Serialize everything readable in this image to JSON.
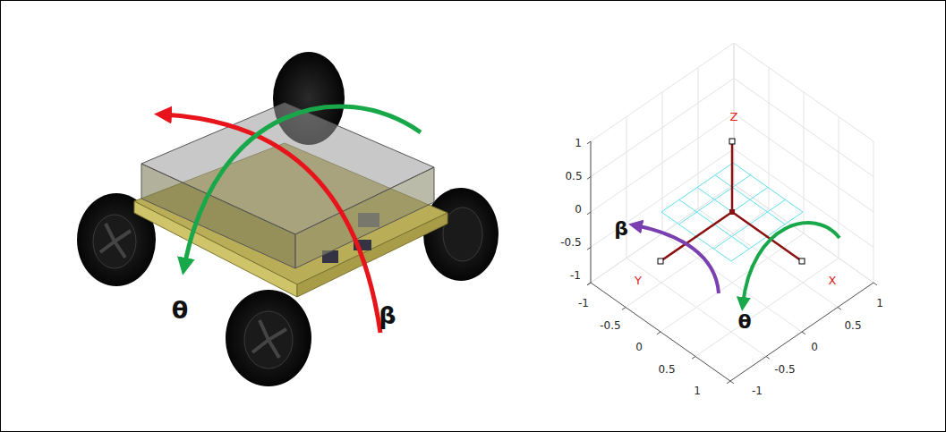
{
  "diagram": {
    "labels": [
      "θ",
      "β",
      "1",
      "0.5",
      "0",
      "-0.5",
      "-1",
      "Z",
      "Y",
      "X",
      "β",
      "θ",
      "-1",
      "-0.5",
      "0",
      "0.5",
      "1",
      "1",
      "0.5",
      "0",
      "-0.5",
      "-1"
    ]
  }
}
